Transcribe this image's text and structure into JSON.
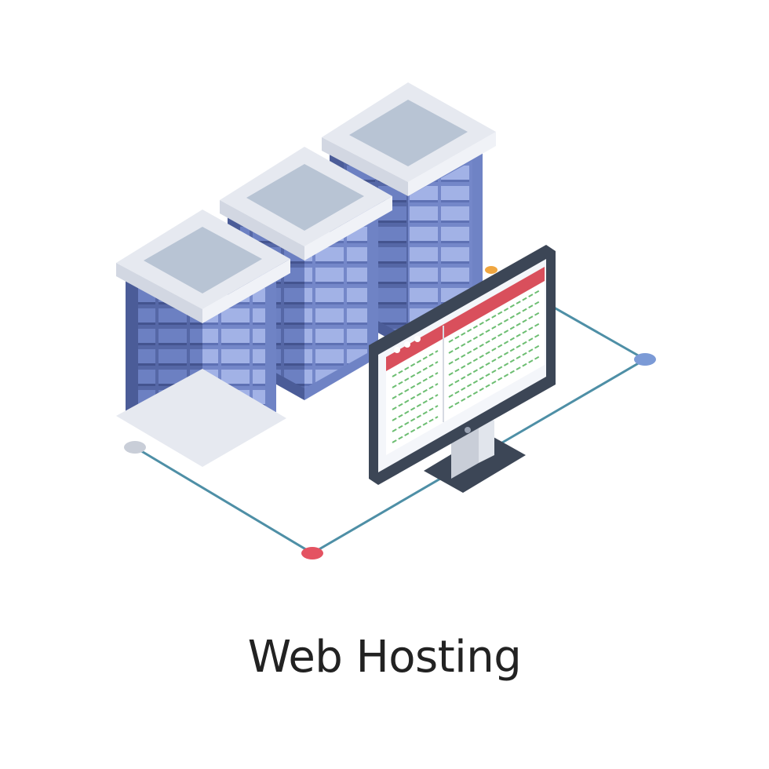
{
  "caption": "Web Hosting",
  "illustration": {
    "subject": "isometric-web-hosting",
    "elements": [
      "server-rack",
      "server-rack",
      "server-rack",
      "monitor",
      "network-line",
      "network-node"
    ]
  },
  "colors": {
    "rack_top": "#E6E9F0",
    "rack_top_inner": "#B8C4D4",
    "rack_face_front": "#5A6EA8",
    "rack_face_side": "#7A8FCC",
    "rack_drive": "#8FA3DB",
    "monitor_bezel": "#3C4656",
    "browser_bar": "#D94F5C",
    "code_lines": "#6DBE72",
    "network_line": "#4E8FA6",
    "node_blue": "#7B9AD6",
    "node_gray": "#C9CED8",
    "node_red": "#E45362"
  }
}
